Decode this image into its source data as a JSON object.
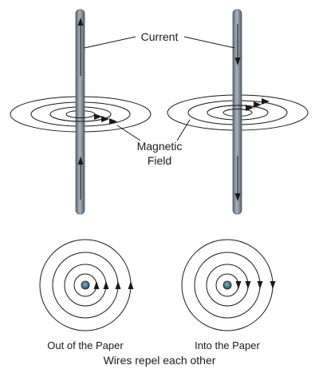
{
  "labels": {
    "current": "Current",
    "magnetic_line1": "Magnetic",
    "magnetic_line2": "Field",
    "out_of_paper": "Out of the Paper",
    "into_paper": "Into the Paper",
    "caption": "Wires repel each other"
  },
  "colors": {
    "wire": "#7d8a96",
    "wire_edge": "#4e5862",
    "line": "#1a1a1a",
    "dot": "#2d6b80"
  }
}
